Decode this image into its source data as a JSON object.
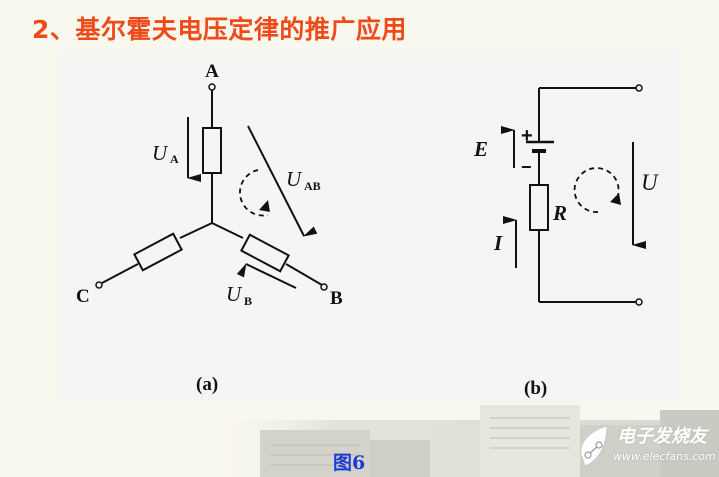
{
  "slide": {
    "title": "2、基尔霍夫电压定律的推广应用",
    "caption": "图6",
    "colors": {
      "title": "#ee4a1a",
      "caption": "#1a3ad8",
      "background": "#f9f8ee",
      "panel": "#f5f5f4",
      "ink": "#111111"
    }
  },
  "figure_a": {
    "label": "(a)",
    "nodes": {
      "a": "A",
      "b": "B",
      "c": "C"
    },
    "voltages": {
      "ua_main": "U",
      "ua_sub": "A",
      "ub_main": "U",
      "ub_sub": "B",
      "uab_main": "U",
      "uab_sub": "AB"
    }
  },
  "figure_b": {
    "label": "(b)",
    "source": "E",
    "plus": "+",
    "minus": "−",
    "resistor": "R",
    "current": "I",
    "voltage": "U"
  },
  "watermark": {
    "name": "电子发烧友",
    "url": "www.elecfans.com"
  }
}
